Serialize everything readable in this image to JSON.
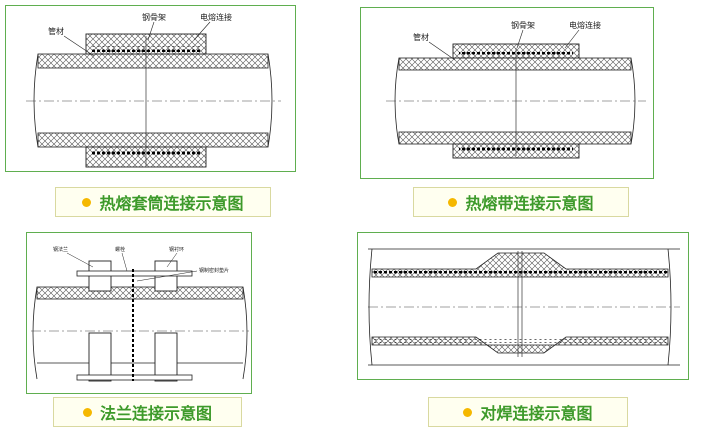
{
  "panels": [
    {
      "caption": "热熔套筒连接示意图",
      "labels": {
        "pipe": "管材",
        "skeleton": "钢骨架",
        "joint": "电熔连接"
      }
    },
    {
      "caption": "热熔带连接示意图",
      "labels": {
        "pipe": "管材",
        "skeleton": "钢骨架",
        "joint": "电熔连接"
      }
    },
    {
      "caption": "法兰连接示意图",
      "labels": {
        "flange": "钢法兰",
        "bolt": "螺栓",
        "ring": "钢衬环",
        "gasket": "钢制密封垫片"
      }
    },
    {
      "caption": "对焊连接示意图"
    }
  ],
  "colors": {
    "border": "#5fae4f",
    "caption_text": "#3d9a2a",
    "bullet": "#f5b800"
  }
}
